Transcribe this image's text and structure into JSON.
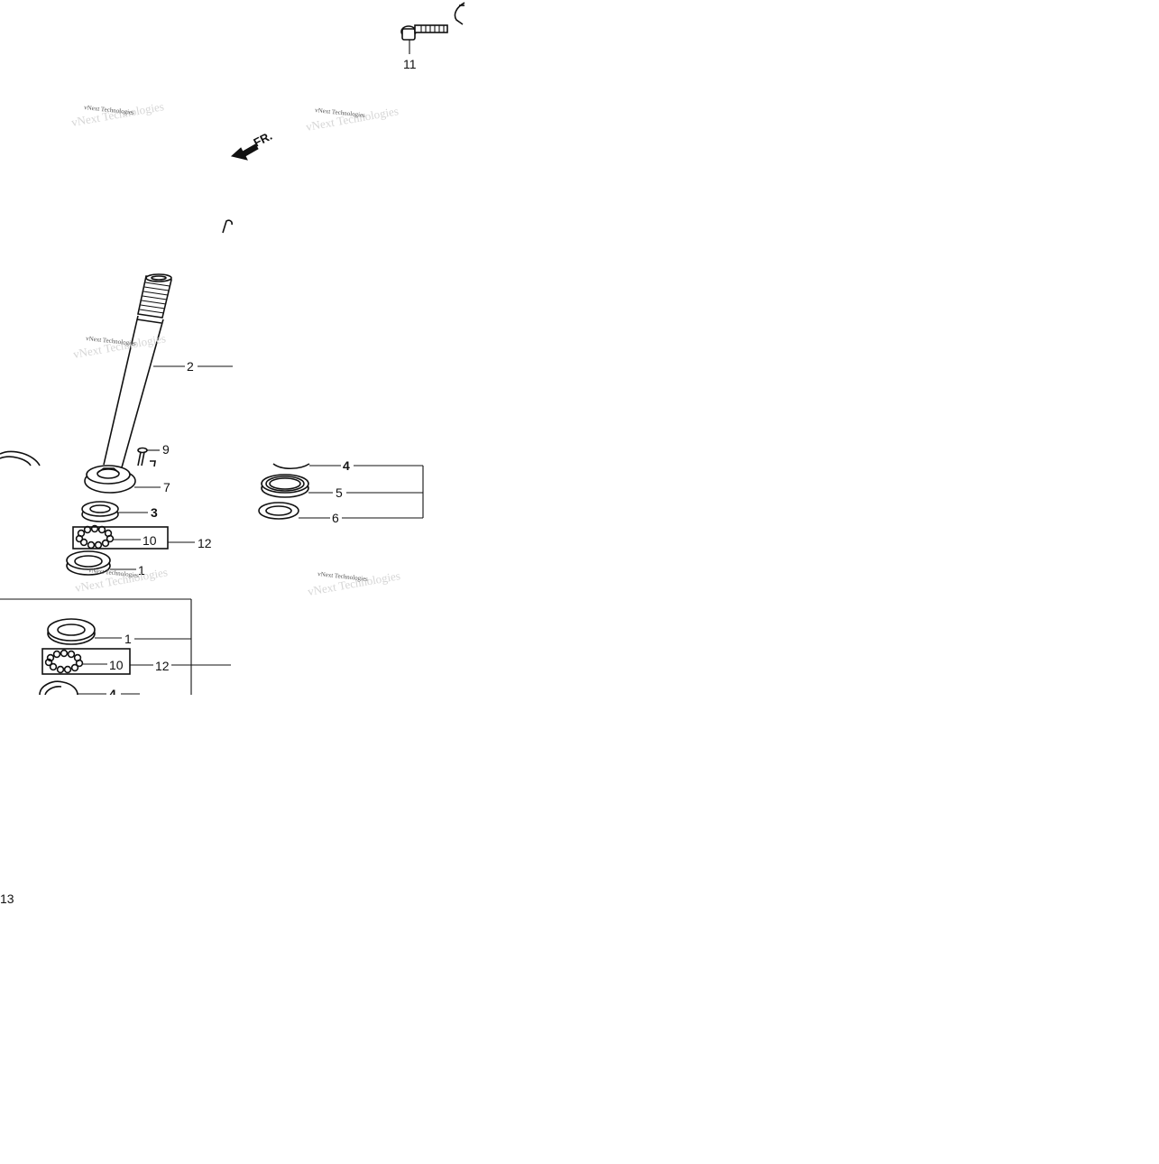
{
  "diagram": {
    "direction_label": "FR.",
    "watermark_text": "vNext Technologies",
    "watermark_ghost_text": "vNext Technologies",
    "callouts": {
      "c11": "11",
      "c2": "2",
      "c9": "9",
      "c7": "7",
      "c3": "3",
      "c10a": "10",
      "c12a": "12",
      "c1a": "1",
      "c4a": "4",
      "c5": "5",
      "c6": "6",
      "c1b": "1",
      "c10b": "10",
      "c12b": "12",
      "c4b": "4",
      "c13": "13"
    }
  }
}
